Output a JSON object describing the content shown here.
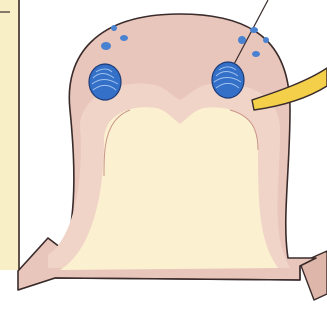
{
  "diagram": {
    "type": "anatomical-cross-section",
    "labels": [],
    "colors": {
      "background": "#ffffff",
      "outer_layer": "#e9c6bb",
      "inner_layer": "#f1d4c8",
      "core": "#fbf1d0",
      "left_panel": "#f9efc7",
      "dots": "#4a82d2",
      "nodules": "#3470c8",
      "strip": "#f4cf4a",
      "outline": "#3a2b2b"
    },
    "icons": [
      "blue-nodule",
      "blue-dot-cluster",
      "yellow-strip",
      "leader-line"
    ]
  }
}
